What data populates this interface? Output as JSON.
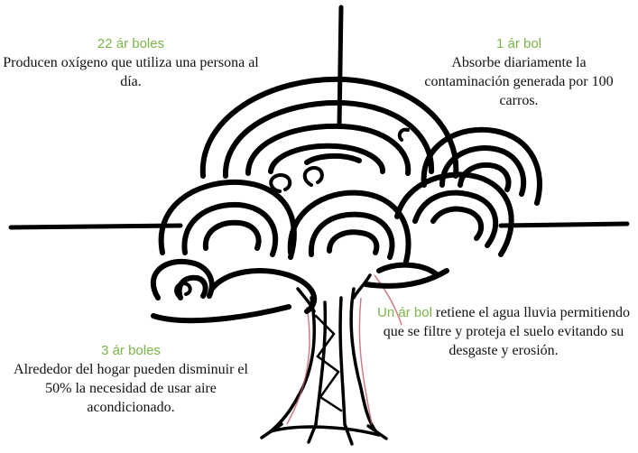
{
  "colors": {
    "accent": "#7ab648",
    "text": "#111111",
    "ink": "#000000",
    "root_tint": "#c25a6a"
  },
  "facts": {
    "top_left": {
      "heading": "22 ár boles",
      "text": "Producen oxígeno que utiliza una persona al día."
    },
    "top_right": {
      "heading": "1 ár bol",
      "text": "Absorbe diariamente la contaminación generada por 100 carros."
    },
    "bottom_left": {
      "heading": "3 ár boles",
      "text": "Alrededor del hogar pueden disminuir el 50% la necesidad de usar aire acondicionado."
    },
    "bottom_right": {
      "heading": "Un ár bol",
      "text": "retiene el agua lluvia permitiendo que se filtre y proteja el suelo evitando su desgaste y erosión."
    }
  }
}
